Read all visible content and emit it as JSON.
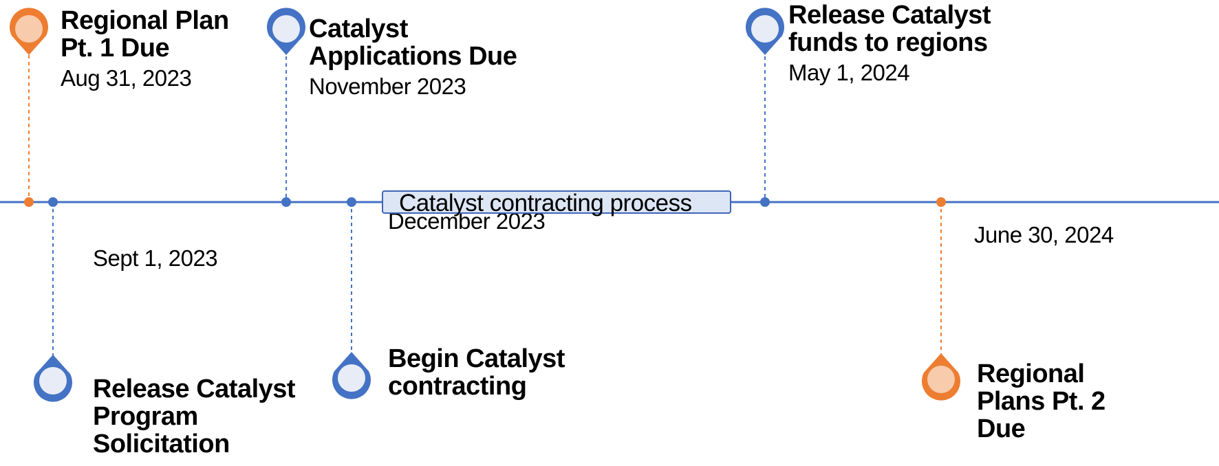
{
  "colors": {
    "blue": "#4472c4",
    "orange": "#ed7d31",
    "blue_fill": "#e7ecf7",
    "orange_fill": "#f8cbad"
  },
  "milestones": [
    {
      "id": "m1",
      "title": "Regional Plan Pt. 1 Due",
      "title_lines": [
        "Regional Plan",
        "Pt. 1 Due"
      ],
      "date": "Aug 31, 2023",
      "side": "above",
      "color": "orange"
    },
    {
      "id": "m2",
      "title": "Release Catalyst Program Solicitation",
      "title_lines": [
        "Release Catalyst",
        "Program",
        "Solicitation"
      ],
      "date": "Sept 1, 2023",
      "side": "below",
      "color": "blue"
    },
    {
      "id": "m3",
      "title": "Catalyst Applications Due",
      "title_lines": [
        "Catalyst",
        "Applications Due"
      ],
      "date": "November 2023",
      "side": "above",
      "color": "blue"
    },
    {
      "id": "m4",
      "title": "Begin Catalyst contracting",
      "title_lines": [
        "Begin Catalyst",
        "contracting"
      ],
      "date": "December 2023",
      "side": "below",
      "color": "blue"
    },
    {
      "id": "m5",
      "title": "Release Catalyst funds to regions",
      "title_lines": [
        "Release Catalyst",
        "funds to regions"
      ],
      "date": "May 1, 2024",
      "side": "above",
      "color": "blue"
    },
    {
      "id": "m6",
      "title": "Regional Plans Pt. 2 Due",
      "title_lines": [
        "Regional",
        "Plans Pt. 2",
        "Due"
      ],
      "date": "June 30, 2024",
      "side": "below",
      "color": "orange"
    }
  ],
  "process": {
    "label": "Catalyst contracting process"
  }
}
